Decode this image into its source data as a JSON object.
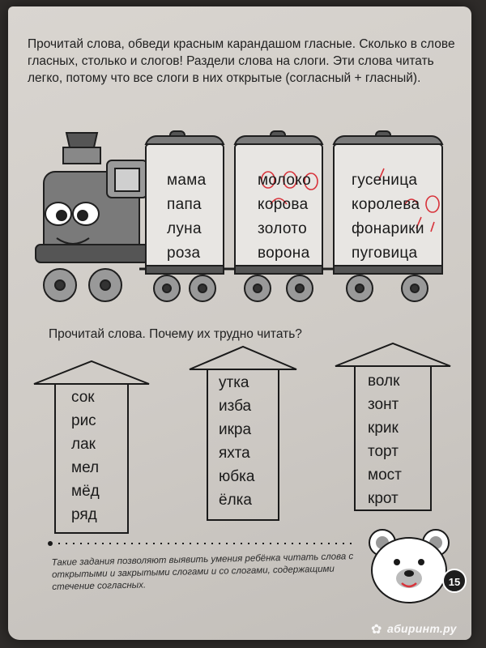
{
  "instruction": "Прочитай слова, обведи красным карандашом гласные. Сколько в слове гласных, столько и слогов! Раздели слова на слоги. Эти слова читать легко, потому что все слоги в них открытые (согласный + гласный).",
  "train": {
    "wagons": [
      {
        "words": [
          "мама",
          "папа",
          "луна",
          "роза"
        ]
      },
      {
        "words": [
          "молоко",
          "корова",
          "золото",
          "ворона"
        ]
      },
      {
        "words": [
          "гусеница",
          "королева",
          "фонарики",
          "пуговица"
        ]
      }
    ]
  },
  "task2": {
    "heading": "Прочитай слова. Почему их трудно читать?",
    "houses": [
      {
        "words": [
          "сок",
          "рис",
          "лак",
          "мел",
          "мёд",
          "ряд"
        ]
      },
      {
        "words": [
          "утка",
          "изба",
          "икра",
          "яхта",
          "юбка",
          "ёлка"
        ]
      },
      {
        "words": [
          "волк",
          "зонт",
          "крик",
          "торт",
          "мост",
          "крот"
        ]
      }
    ]
  },
  "note": "Такие задания позволяют выявить умения ребёнка читать слова с открытыми и закрытыми слогами и со слогами, содержащими стечение согласных.",
  "page_number": "15",
  "watermark": {
    "symbol": "✿",
    "text": "абиринт.ру"
  },
  "colors": {
    "red_pencil": "#d8323a",
    "ink": "#1a1a1a",
    "paper": "#d6d2cd"
  }
}
